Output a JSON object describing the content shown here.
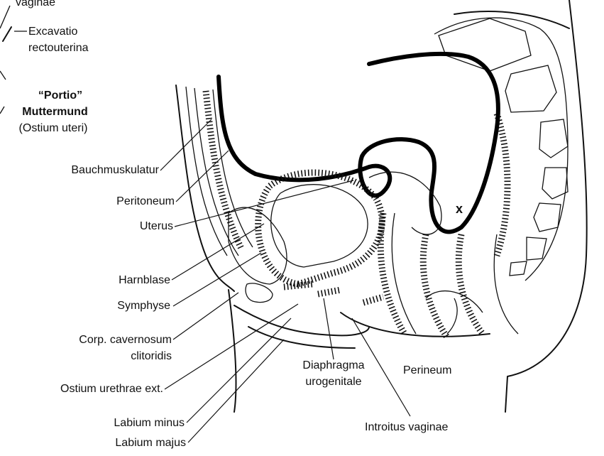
{
  "labels": {
    "vaginae": "vaginae",
    "excavatio_1": "Excavatio",
    "excavatio_2": "rectouterina",
    "portio": "“Portio”",
    "muttermund": "Muttermund",
    "ostium_uteri": "(Ostium uteri)",
    "bauchmuskulatur": "Bauchmuskulatur",
    "peritoneum": "Peritoneum",
    "uterus": "Uterus",
    "harnblase": "Harnblase",
    "symphyse": "Symphyse",
    "corp_1": "Corp. cavernosum",
    "corp_2": "clitoridis",
    "ostium_urethrae": "Ostium urethrae ext.",
    "labium_minus": "Labium minus",
    "labium_majus": "Labium majus",
    "diaphragma_1": "Diaphragma",
    "diaphragma_2": "urogenitale",
    "perineum": "Perineum",
    "introitus": "Introitus vaginae",
    "x_mark": "x"
  }
}
